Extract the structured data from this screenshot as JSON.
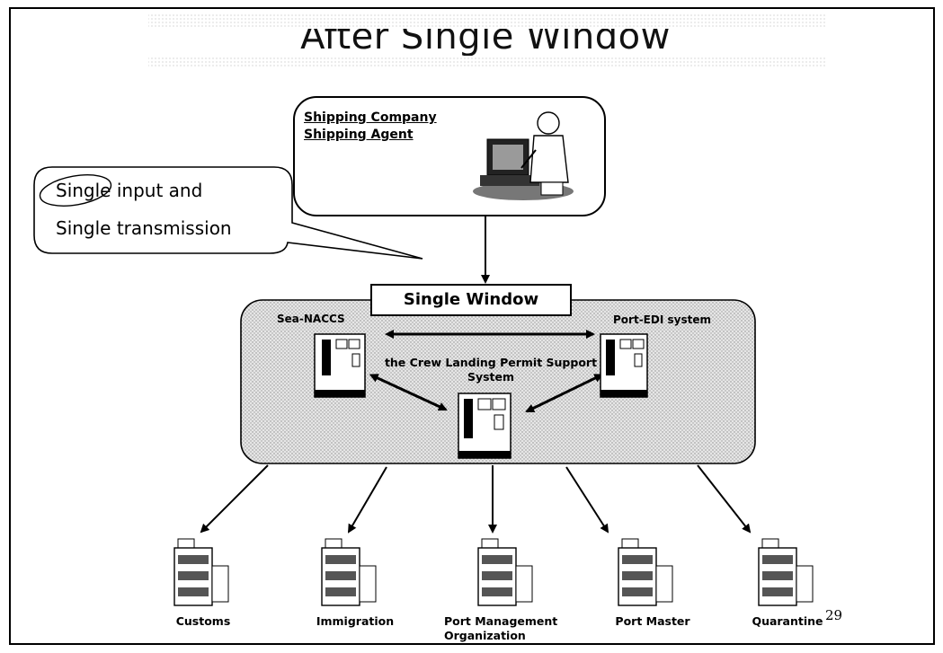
{
  "slide": {
    "title": "After Single Window",
    "page_number": "29"
  },
  "shipping": {
    "line1": "Shipping Company",
    "line2": "Shipping Agent"
  },
  "bubble": {
    "line1": "Single input and",
    "line2": "Single transmission"
  },
  "single_window": {
    "label": "Single Window"
  },
  "systems": {
    "left": "Sea-NACCS",
    "right": "Port-EDI system",
    "center": "the Crew Landing Permit Support System"
  },
  "agencies": [
    {
      "label": "Customs"
    },
    {
      "label": "Immigration"
    },
    {
      "label": "Port Management Organization"
    },
    {
      "label": "Port Master"
    },
    {
      "label": "Quarantine"
    }
  ],
  "colors": {
    "panel_fill": "#d9d9d9",
    "stroke": "#000000"
  }
}
